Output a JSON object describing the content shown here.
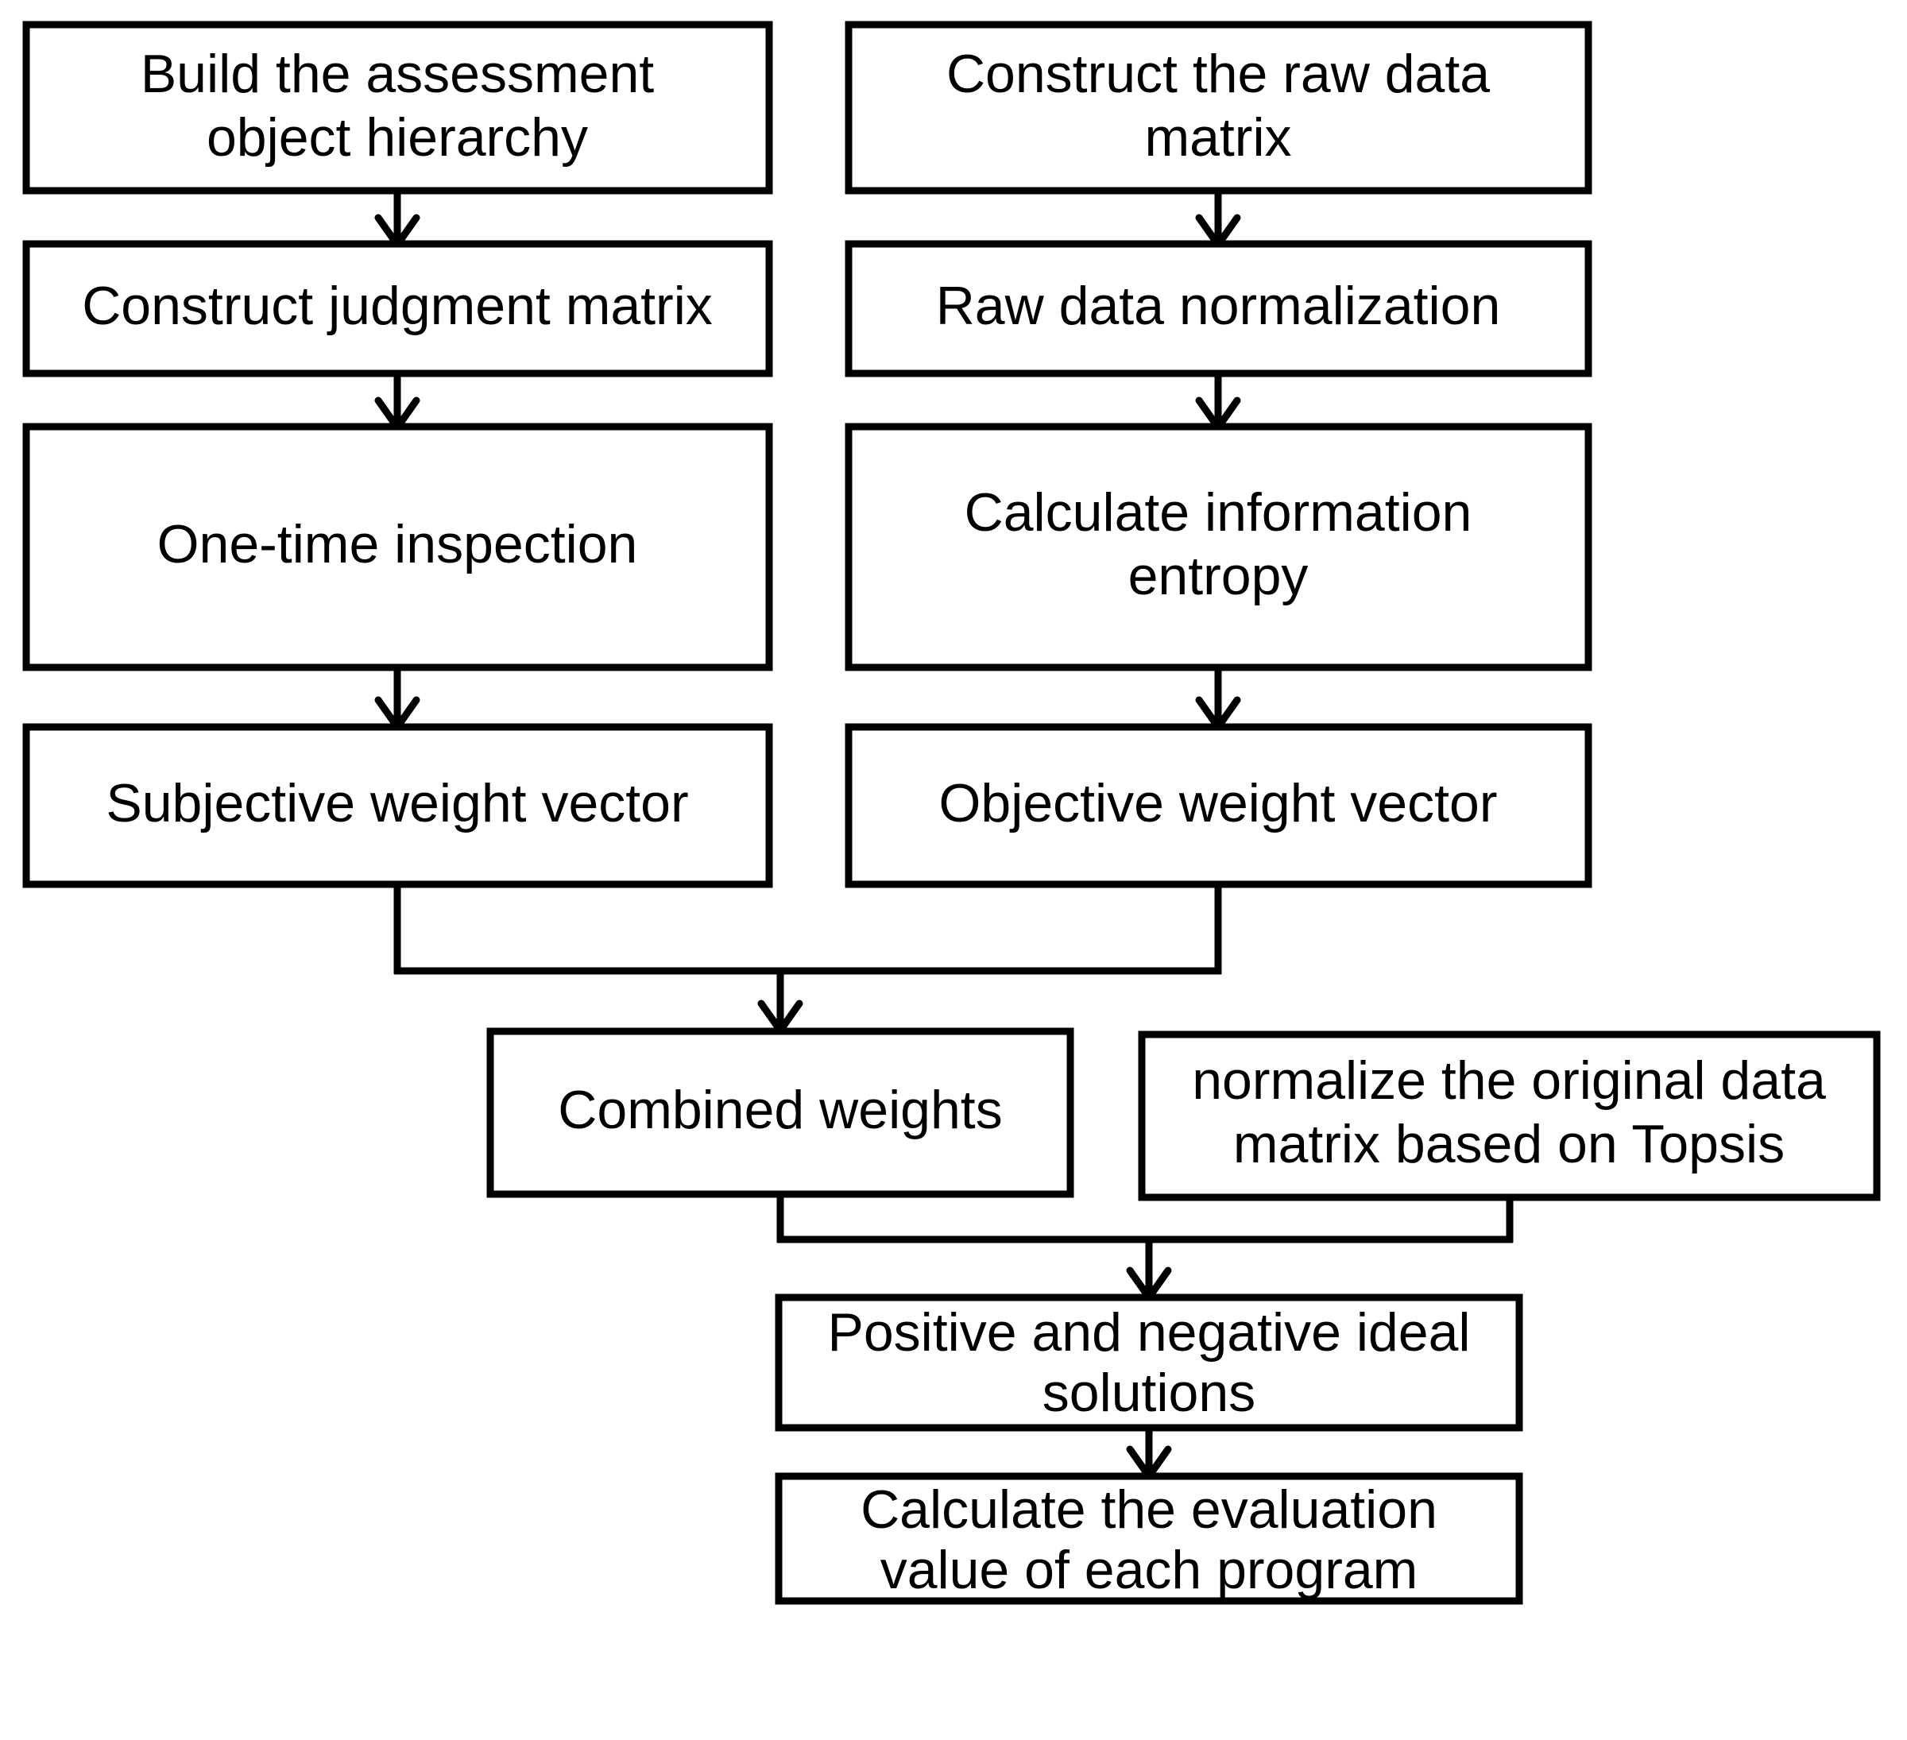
{
  "diagram": {
    "type": "flowchart",
    "title": "Combined weighting AHP-Entropy-TOPSIS evaluation flow",
    "background_color": "#ffffff",
    "line_color": "#000000",
    "text_color": "#000000",
    "nodes": [
      {
        "id": "build-hierarchy",
        "lines": [
          "Build the assessment",
          "object hierarchy"
        ],
        "column": "left",
        "row": 1
      },
      {
        "id": "construct-raw-matrix",
        "lines": [
          "Construct the raw data",
          "matrix"
        ],
        "column": "right",
        "row": 1
      },
      {
        "id": "construct-judgment-matrix",
        "lines": [
          "Construct judgment matrix"
        ],
        "column": "left",
        "row": 2
      },
      {
        "id": "raw-data-normalization",
        "lines": [
          "Raw data normalization"
        ],
        "column": "right",
        "row": 2
      },
      {
        "id": "one-time-inspection",
        "lines": [
          "One-time inspection"
        ],
        "column": "left",
        "row": 3
      },
      {
        "id": "calculate-information-entropy",
        "lines": [
          "Calculate information",
          "entropy"
        ],
        "column": "right",
        "row": 3
      },
      {
        "id": "subjective-weight-vector",
        "lines": [
          "Subjective weight vector"
        ],
        "column": "left",
        "row": 4
      },
      {
        "id": "objective-weight-vector",
        "lines": [
          "Objective weight vector"
        ],
        "column": "right",
        "row": 4
      },
      {
        "id": "combined-weights",
        "lines": [
          "Combined weights"
        ],
        "column": "center-left",
        "row": 5
      },
      {
        "id": "normalize-topsis",
        "lines": [
          "normalize the original data",
          "matrix based on Topsis"
        ],
        "column": "center-right",
        "row": 5
      },
      {
        "id": "positive-negative-ideal-solutions",
        "lines": [
          "Positive and negative ideal",
          "solutions"
        ],
        "column": "center",
        "row": 6
      },
      {
        "id": "calculate-evaluation-value",
        "lines": [
          "Calculate the evaluation",
          "value of each program"
        ],
        "column": "center",
        "row": 7
      }
    ],
    "edges": [
      {
        "id": "e1",
        "from": "build-hierarchy",
        "to": "construct-judgment-matrix",
        "kind": "straight-down"
      },
      {
        "id": "e2",
        "from": "construct-judgment-matrix",
        "to": "one-time-inspection",
        "kind": "straight-down"
      },
      {
        "id": "e3",
        "from": "one-time-inspection",
        "to": "subjective-weight-vector",
        "kind": "straight-down"
      },
      {
        "id": "e4",
        "from": "construct-raw-matrix",
        "to": "raw-data-normalization",
        "kind": "straight-down"
      },
      {
        "id": "e5",
        "from": "raw-data-normalization",
        "to": "calculate-information-entropy",
        "kind": "straight-down"
      },
      {
        "id": "e6",
        "from": "calculate-information-entropy",
        "to": "objective-weight-vector",
        "kind": "straight-down"
      },
      {
        "id": "e7",
        "from": "subjective-weight-vector",
        "to": "combined-weights",
        "kind": "merge"
      },
      {
        "id": "e8",
        "from": "objective-weight-vector",
        "to": "combined-weights",
        "kind": "merge"
      },
      {
        "id": "e9",
        "from": "combined-weights",
        "to": "positive-negative-ideal-solutions",
        "kind": "merge"
      },
      {
        "id": "e10",
        "from": "normalize-topsis",
        "to": "positive-negative-ideal-solutions",
        "kind": "merge"
      },
      {
        "id": "e11",
        "from": "positive-negative-ideal-solutions",
        "to": "calculate-evaluation-value",
        "kind": "straight-down"
      }
    ]
  },
  "labels": {
    "n1_l1": "Build the assessment",
    "n1_l2": "object hierarchy",
    "n2_l1": "Construct the raw data",
    "n2_l2": "matrix",
    "n3_l1": "Construct judgment matrix",
    "n4_l1": "Raw data normalization",
    "n5_l1": "One-time inspection",
    "n6_l1": "Calculate information",
    "n6_l2": "entropy",
    "n7_l1": "Subjective weight vector",
    "n8_l1": "Objective weight vector",
    "n9_l1": "Combined weights",
    "n10_l1": "normalize the original data",
    "n10_l2": "matrix based on Topsis",
    "n11_l1": "Positive and negative ideal",
    "n11_l2": "solutions",
    "n12_l1": "Calculate the evaluation",
    "n12_l2": "value of each program"
  }
}
